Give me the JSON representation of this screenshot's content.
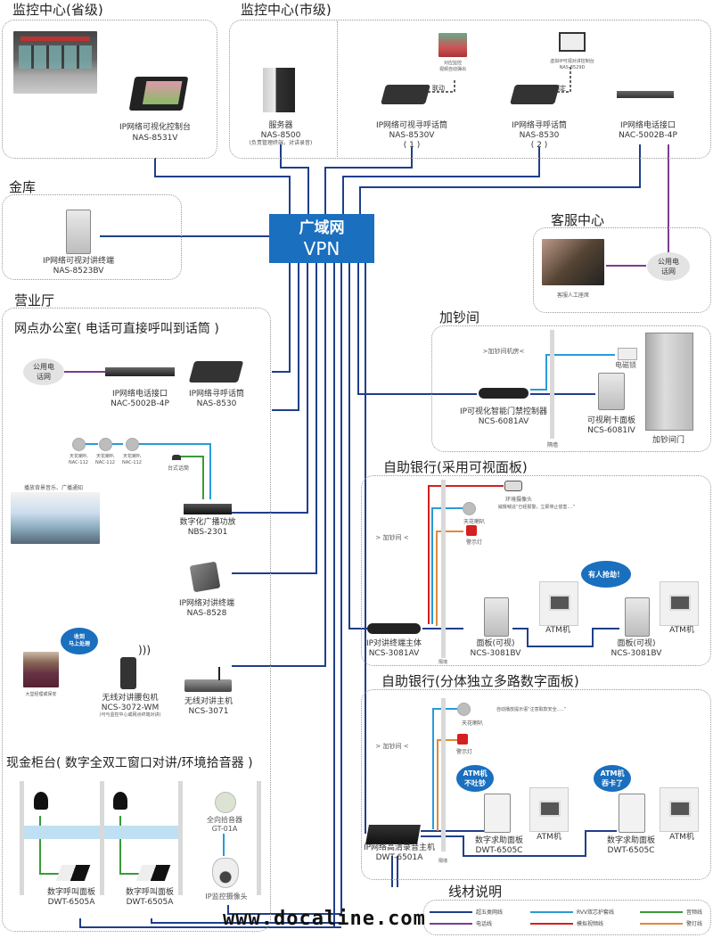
{
  "vpn": {
    "line1": "广域网",
    "line2": "VPN"
  },
  "sections": {
    "provincial": {
      "title": "监控中心(省级)",
      "device_name": "IP网络可视化控制台",
      "device_model": "NAS-8531V"
    },
    "city": {
      "title": "监控中心(市级)",
      "server": {
        "name": "服务器",
        "model": "NAS-8500",
        "note": "(负责管理终端，对讲录音)"
      },
      "pager_v": {
        "name": "IP网络可视寻呼话筒",
        "model": "NAS-8530V",
        "index": "( 1 )",
        "link_label": "联动",
        "popup_note_1": "对应监控",
        "popup_note_2": "视频自动弹出"
      },
      "pager": {
        "name": "IP网络寻呼话筒",
        "model": "NAS-8530",
        "index": "( 2 )",
        "link_label": "绑定",
        "monitor_note": "虚拟IP可视对讲控制台",
        "monitor_model": "NAS-8529D"
      },
      "phone_if": {
        "name": "IP网络电话接口",
        "model": "NAC-5002B-4P"
      }
    },
    "vault": {
      "title": "金库",
      "device_name": "IP网络可视对讲终端",
      "device_model": "NAS-8523BV"
    },
    "service": {
      "title": "客服中心",
      "photo_caption": "客服人工座席",
      "pstn": "公用电话网"
    },
    "hall": {
      "title": "营业厅",
      "office": {
        "title": "网点办公室( 电话可直接呼叫到话筒 )",
        "pstn": "公用电话网",
        "phone_if_name": "IP网络电话接口",
        "phone_if_model": "NAC-5002B-4P",
        "pager_name": "IP网络寻呼话筒",
        "pager_model": "NAS-8530"
      },
      "speakers": [
        {
          "name": "天花喇叭",
          "model": "NAC-112"
        },
        {
          "name": "天花喇叭",
          "model": "NAC-112"
        },
        {
          "name": "天花喇叭",
          "model": "NAC-112"
        }
      ],
      "desk_mic": "台式话筒",
      "bg_music_note": "播放背景音乐、广播通知",
      "amp_name": "数字化广播功放",
      "amp_model": "NBS-2301",
      "intercom_name": "IP网络对讲终端",
      "intercom_model": "NAS-8528",
      "guard_caption": "大堂经理或保安",
      "guard_bubble_1": "收到",
      "guard_bubble_2": "马上处理",
      "walkie_name": "无线对讲腰包机",
      "walkie_model": "NCS-3072-WM",
      "walkie_note": "(可与监控中心或网点终端对讲)",
      "wireless_host_name": "无线对讲主机",
      "wireless_host_model": "NCS-3071"
    },
    "cash_room": {
      "title": "加钞间",
      "room_label": ">加钞间机房<",
      "controller_name": "IP可视化智能门禁控制器",
      "controller_model": "NCS-6081AV",
      "lock": "电磁锁",
      "card_panel_name": "可视刷卡面板",
      "card_panel_model": "NCS-6081IV",
      "door": "加钞间门",
      "wall": "隔墙"
    },
    "atm_visual": {
      "title": "自助银行(采用可视面板)",
      "room_label": "> 加钞间 <",
      "camera": "环境摄像头",
      "camera_note": "威慑喊话“已经报警，立即停止侵害....”",
      "speaker": "天花喇叭",
      "alarm_light": "警示灯",
      "host_name": "IP对讲终端主体",
      "host_model": "NCS-3081AV",
      "panel_name": "面板(可视)",
      "panel_model": "NCS-3081BV",
      "atm": "ATM机",
      "bubble": "有人抢劫！",
      "wall": "隔墙"
    },
    "atm_digital": {
      "title": "自助银行(分体独立多路数字面板)",
      "room_label": "> 加钞间 <",
      "speaker": "天花喇叭",
      "speaker_note": "自动播放提示语“注意取款安全.....”",
      "alarm_light": "警示灯",
      "host_name": "IP网络高清录音主机",
      "host_model": "DWT-6501A",
      "panel_name": "数字求助面板",
      "panel_model": "DWT-6505C",
      "atm": "ATM机",
      "bubble1_1": "ATM机",
      "bubble1_2": "不吐钞",
      "bubble2_1": "ATM机",
      "bubble2_2": "吞卡了",
      "wall": "隔墙"
    },
    "counter": {
      "title": "现金柜台( 数字全双工窗口对讲/环境拾音器 )",
      "panel_name": "数字呼叫面板",
      "panel_model": "DWT-6505A",
      "pickup_name": "全向拾音器",
      "pickup_model": "GT-01A",
      "camera": "IP监控摄像头"
    }
  },
  "legend": {
    "title": "线材说明",
    "items": [
      {
        "label": "超五类网线",
        "color": "#1f3f8a"
      },
      {
        "label": "RVV双芯护套线",
        "color": "#2a9ad8"
      },
      {
        "label": "音频线",
        "color": "#3a9a3a"
      },
      {
        "label": "电话线",
        "color": "#7a3d8f"
      },
      {
        "label": "模拟视频线",
        "color": "#d42020"
      },
      {
        "label": "警灯线",
        "color": "#e08a3a"
      }
    ]
  },
  "watermark": "www.docaline.com",
  "colors": {
    "network": "#1f3f8a",
    "rvv": "#2a9ad8",
    "audio": "#3a9a3a",
    "phone": "#7a3d8f",
    "video": "#d42020",
    "alarm": "#e08a3a",
    "vpn": "#1a6fbe"
  }
}
